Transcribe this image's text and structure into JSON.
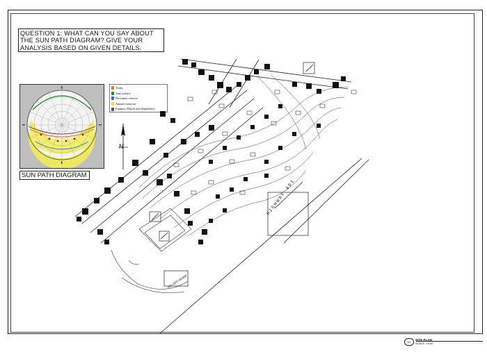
{
  "question": {
    "text": "QUESTION 1: WHAT CAN YOU SAY ABOUT\nTHE SUN PATH DIAGRAM? GIVE YOUR\nANALYSIS BASED ON GIVEN DETAILS."
  },
  "sun_path": {
    "caption": "SUN PATH DIAGRAM",
    "legend": [
      {
        "label": "Today",
        "color": "#e8772e"
      },
      {
        "label": "June solstice",
        "color": "#3a8a3a"
      },
      {
        "label": "December solstice",
        "color": "#2f6fd1"
      },
      {
        "label": "Annual variation",
        "color": "#f0e040"
      },
      {
        "label": "Equinox (March and September)",
        "color": "#555555"
      }
    ],
    "colors": {
      "band": "#f2ec52",
      "dome": "#f4f4f4",
      "today": "#e8772e",
      "june": "#1f7a1f",
      "background": "#bfbfbf"
    }
  },
  "north_arrow": {
    "label": "N"
  },
  "plan": {
    "highway_label": "HIGHWAY 401",
    "offramp_label": "401 OFF-RAMP"
  },
  "title_block": {
    "sheet_ref": "A1",
    "title": "SITE PLAN",
    "scale": "SCALE: 1/100"
  }
}
